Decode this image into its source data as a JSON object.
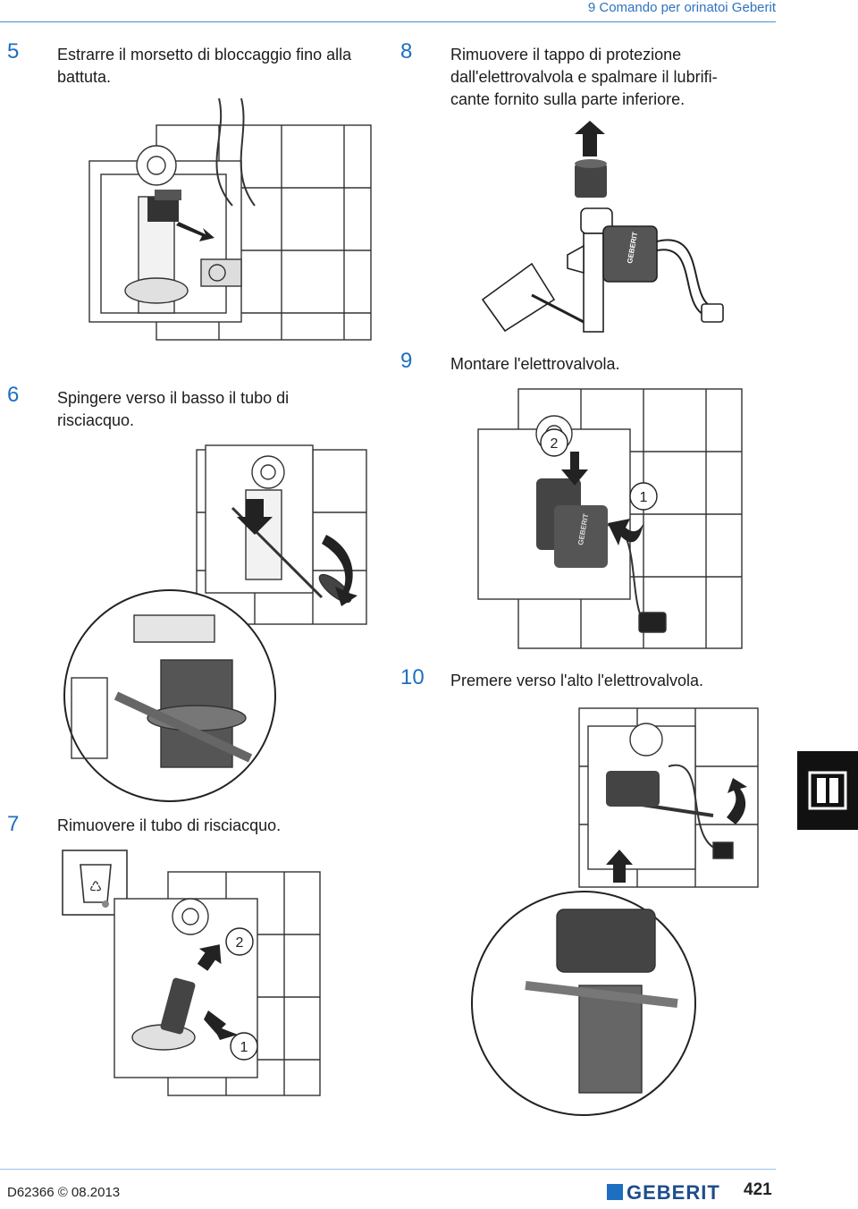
{
  "header": {
    "title": "9 Comando per orinatoi Geberit"
  },
  "steps": [
    {
      "num": "5",
      "text": "Estrarre il morsetto di bloccaggio fino alla battuta."
    },
    {
      "num": "6",
      "text": "Spingere verso il basso il tubo di risciacquo."
    },
    {
      "num": "7",
      "text": "Rimuovere il tubo di risciacquo."
    },
    {
      "num": "8",
      "text_lines": [
        "Rimuovere il tappo di protezione",
        "dall'elettrovalvola e spalmare il lubrifi-",
        "cante fornito sulla parte inferiore."
      ]
    },
    {
      "num": "9",
      "text": "Montare l'elettrovalvola."
    },
    {
      "num": "10",
      "text": "Premere verso l'alto l'elettrovalvola."
    }
  ],
  "callouts": {
    "one": "1",
    "two": "2"
  },
  "product_labels": {
    "geberit": "GEBERIT"
  },
  "footer": {
    "doc_code": "D62366 © 08.2013",
    "page_number": "421",
    "logo_text": "GEBERIT"
  },
  "colors": {
    "accent": "#1e6fc1",
    "header": "#2e73c2"
  },
  "icons": [
    "recycle-bin-icon",
    "section-tab-icon",
    "arrow-down-icon",
    "arrow-up-icon",
    "rotate-arrow-icon"
  ]
}
